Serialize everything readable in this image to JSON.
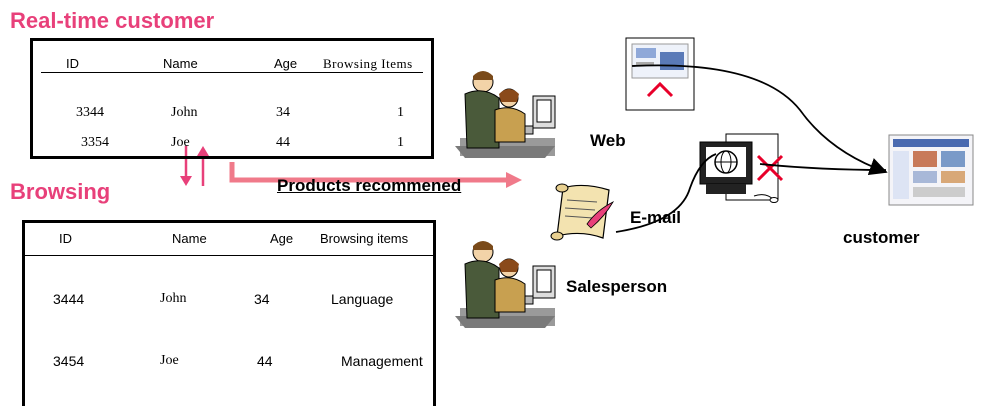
{
  "realtime": {
    "title": "Real-time customer",
    "headers": [
      "ID",
      "Name",
      "Age",
      "Browsing Items"
    ],
    "rows": [
      [
        "3344",
        "John",
        "34",
        "1"
      ],
      [
        "3354",
        "Joe",
        "44",
        "1"
      ]
    ]
  },
  "browsing": {
    "title": "Browsing",
    "headers": [
      "ID",
      "Name",
      "Age",
      "Browsing items"
    ],
    "rows": [
      [
        "3444",
        "John",
        "34",
        "Language"
      ],
      [
        "3454",
        "Joe",
        "44",
        "Management"
      ]
    ]
  },
  "labels": {
    "products": "Products recommened",
    "web": "Web",
    "email": "E-mail",
    "salesperson": "Salesperson",
    "customer": "customer"
  },
  "colors": {
    "accent": "#e8407a",
    "cross": "#e8002a"
  },
  "icons": [
    "people-at-computer-icon",
    "scroll-quill-icon",
    "globe-monitor-icon",
    "webpage-icon"
  ]
}
